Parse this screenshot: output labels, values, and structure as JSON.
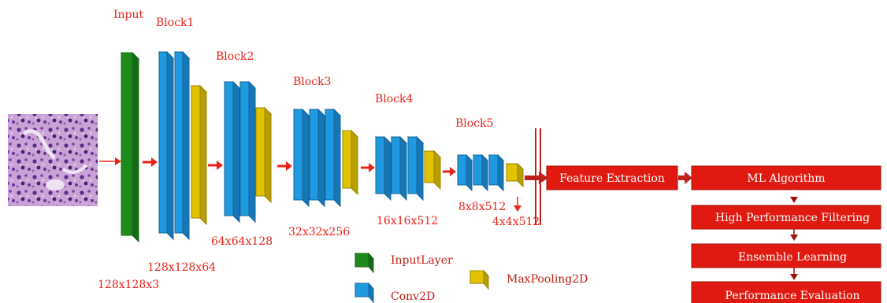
{
  "labels": {
    "input": "Input",
    "input_dim": "128x128x3",
    "blocks": [
      {
        "name": "Block1",
        "dim": "128x128x64"
      },
      {
        "name": "Block2",
        "dim": "64x64x128"
      },
      {
        "name": "Block3",
        "dim": "32x32x256"
      },
      {
        "name": "Block4",
        "dim": "16x16x512"
      },
      {
        "name": "Block5",
        "dim": "8x8x512"
      }
    ],
    "pool_dim": "4x4x512"
  },
  "pipeline": {
    "feature_extraction": "Feature Extraction",
    "steps": [
      "ML Algorithm",
      "High Performance Filtering",
      "Ensemble Learning",
      "Performance Evaluation"
    ]
  },
  "legend": {
    "input_layer": "InputLayer",
    "conv2d": "Conv2D",
    "maxpool": "MaxPooling2D"
  },
  "colors": {
    "conv": "#1f9ae0",
    "input_layer": "#1e8a1e",
    "pool": "#e2c300",
    "accent": "#e8231a",
    "box": "#e01a10"
  }
}
